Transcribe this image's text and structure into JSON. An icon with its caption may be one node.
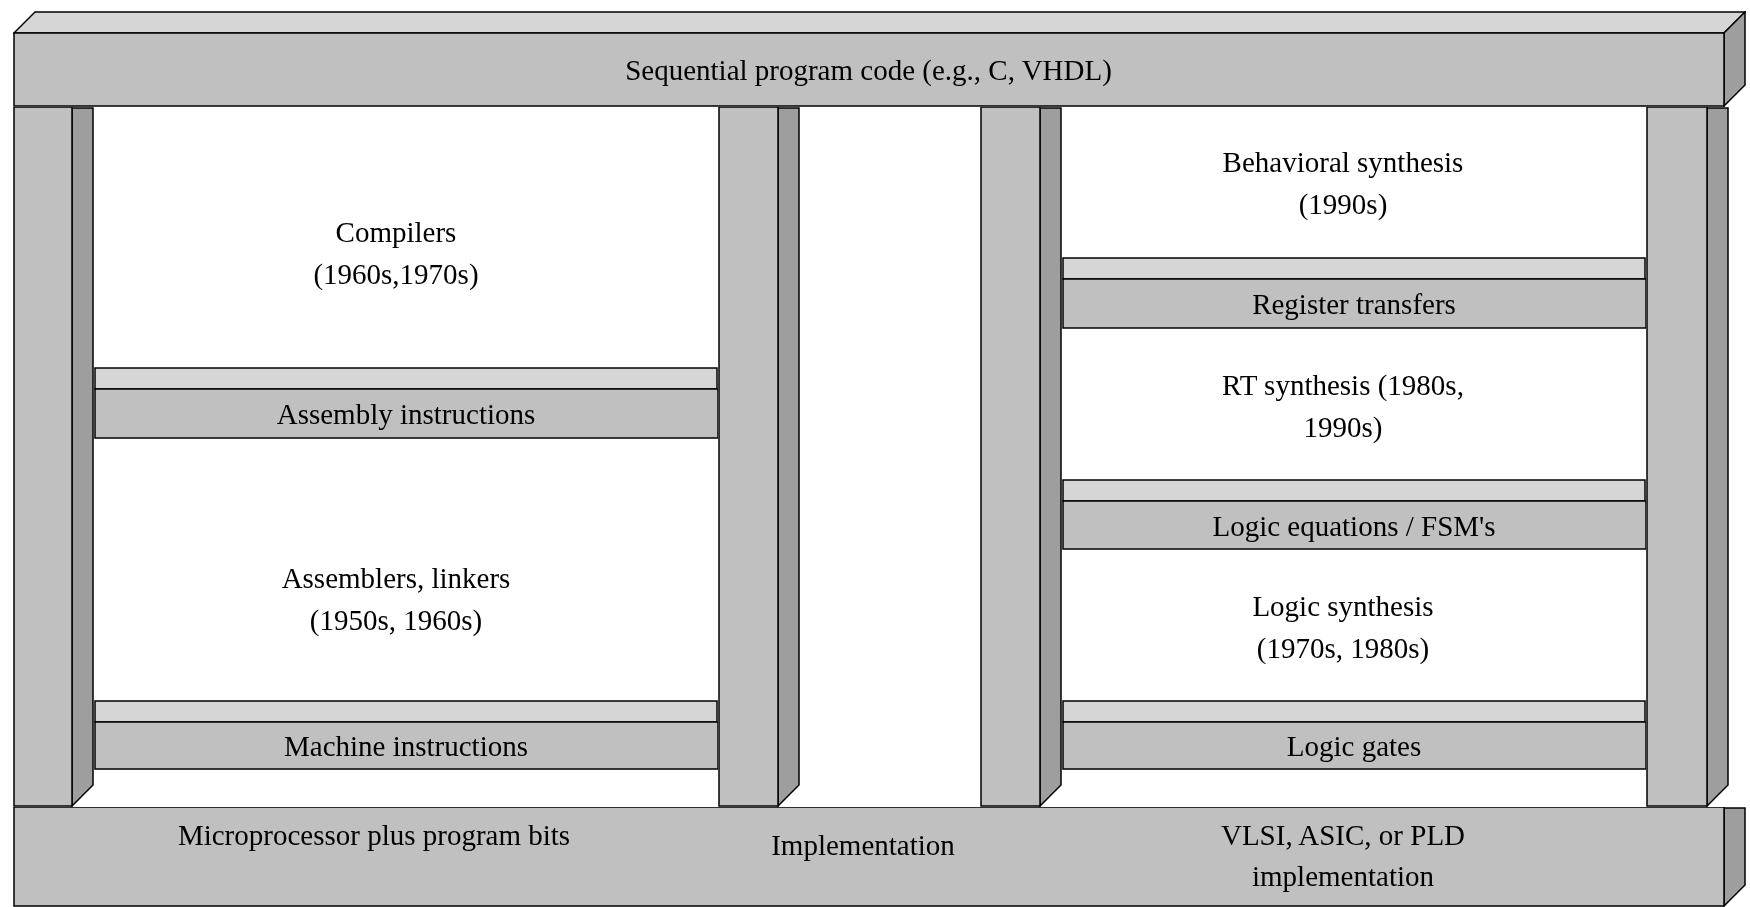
{
  "diagram": {
    "nodes": [
      {
        "text": [
          "Sequential program code (e.g., C, VHDL)"
        ]
      },
      {
        "text": [],
        "shape": "bar"
      },
      {
        "text": [],
        "shape": "bar"
      },
      {
        "text": [],
        "shape": "bar"
      },
      {
        "text": [],
        "shape": "bar"
      },
      {
        "text": [
          "Register transfers"
        ]
      },
      {
        "text": [
          "Assembly instructions"
        ]
      },
      {
        "text": [
          "Logic equations / FSM's"
        ]
      },
      {
        "text": [
          "Machine instructions"
        ]
      },
      {
        "text": [
          "Logic gates"
        ]
      },
      {
        "text": [
          "Microprocessor plus program bits",
          "Implementation",
          "VLSI, ASIC, or PLD implementation"
        ]
      }
    ],
    "labels": [
      "Behavioral synthesis (1990s)",
      "Compilers (1960s,1970s)",
      "RT synthesis (1980s, 1990s)",
      "Assemblers, linkers (1950s, 1960s)",
      "Logic synthesis (1970s, 1980s)"
    ]
  }
}
